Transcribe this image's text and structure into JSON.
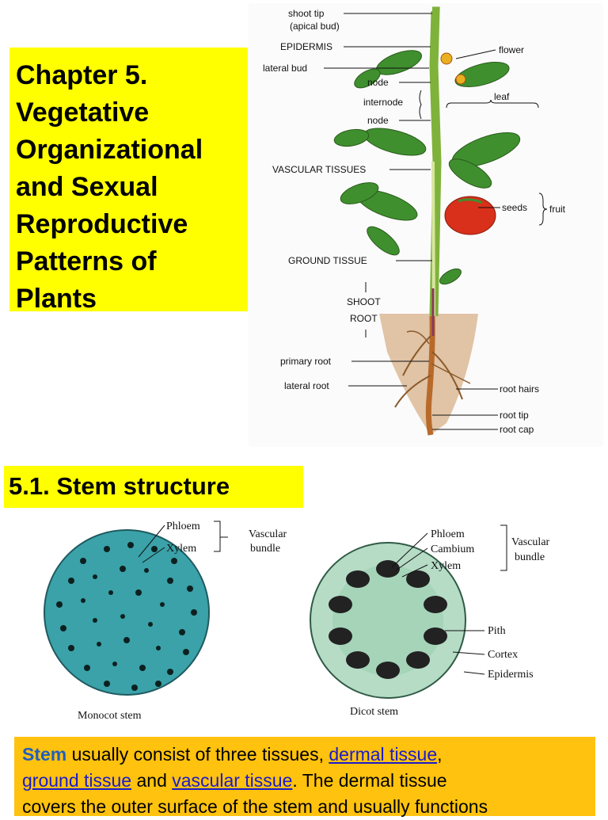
{
  "title": {
    "lines": [
      "Chapter 5.",
      "Vegetative",
      "Organizational",
      "and Sexual",
      "Reproductive",
      "Patterns of",
      "Plants"
    ]
  },
  "plant_diagram": {
    "labels": {
      "shoot_tip": "shoot tip",
      "apical_bud": "(apical bud)",
      "epidermis": "EPIDERMIS",
      "lateral_bud": "lateral bud",
      "node1": "node",
      "internode": "internode",
      "node2": "node",
      "vascular": "VASCULAR TISSUES",
      "ground": "GROUND TISSUE",
      "shoot": "SHOOT",
      "root": "ROOT",
      "primary_root": "primary root",
      "lateral_root": "lateral root",
      "flower": "flower",
      "leaf": "leaf",
      "seeds": "seeds",
      "fruit": "fruit",
      "root_hairs": "root hairs",
      "root_tip": "root tip",
      "root_cap": "root cap"
    }
  },
  "section": {
    "title": "5.1. Stem structure"
  },
  "stem_diagrams": {
    "monocot": {
      "phloem": "Phloem",
      "xylem": "Xylem",
      "vascular": "Vascular",
      "bundle": "bundle",
      "caption": "Monocot stem"
    },
    "dicot": {
      "phloem": "Phloem",
      "cambium": "Cambium",
      "xylem": "Xylem",
      "vascular": "Vascular",
      "bundle": "bundle",
      "pith": "Pith",
      "cortex": "Cortex",
      "epidermis": "Epidermis",
      "caption": "Dicot stem"
    }
  },
  "body_text": {
    "keyword": "Stem",
    "t1": " usually consist of three tissues, ",
    "link1": "dermal tissue",
    "t2": ",",
    "link2": "ground tissue",
    "t3": " and ",
    "link3": "vascular tissue",
    "t4": ". The dermal tissue",
    "t5": "covers the outer surface of the stem and usually functions"
  },
  "colors": {
    "title_bg": "#ffff00",
    "textbox_bg": "#ffc20e",
    "monocot_fill": "#3aa2a8",
    "dicot_fill": "#b6dcc6"
  }
}
